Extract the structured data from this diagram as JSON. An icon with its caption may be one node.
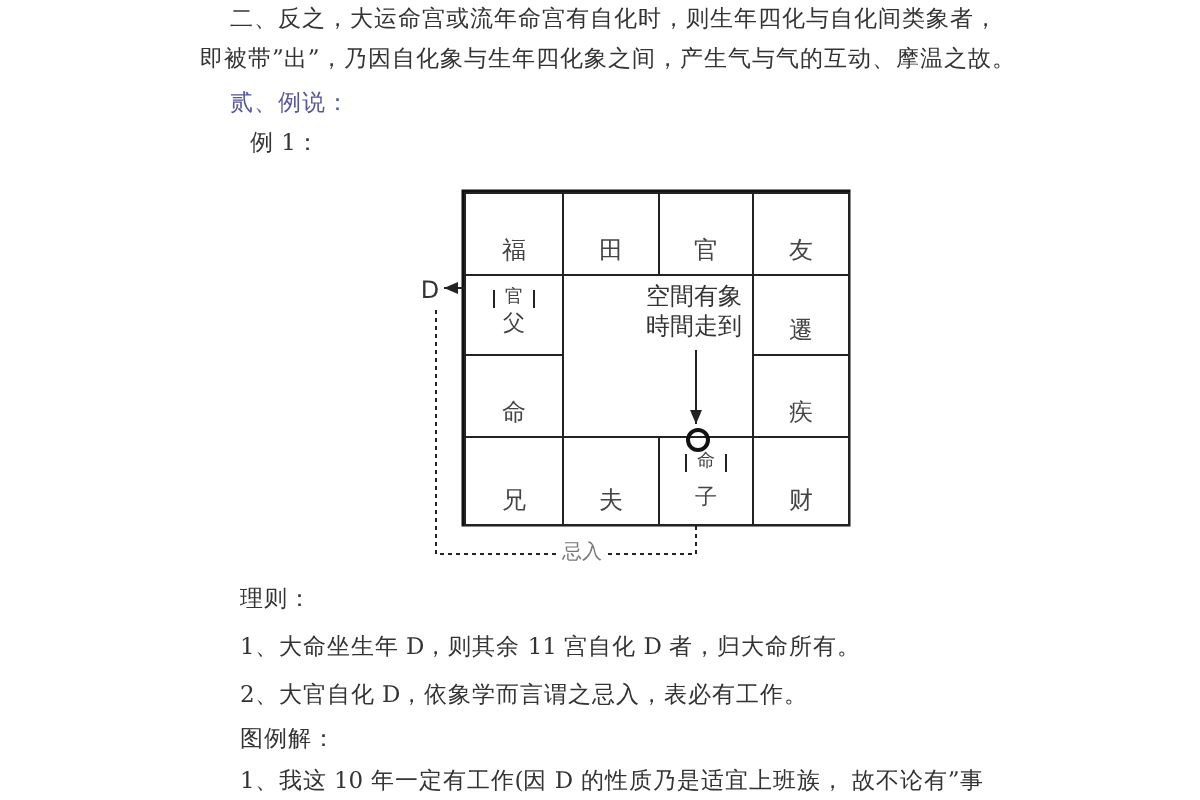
{
  "diagram": {
    "nodes": [
      {
        "text": [
          "福"
        ]
      },
      {
        "text": [
          "田"
        ]
      },
      {
        "text": [
          "官"
        ]
      },
      {
        "text": [
          "友"
        ]
      },
      {
        "text": [
          "官",
          "父"
        ]
      },
      {
        "text": [
          "遷"
        ]
      },
      {
        "text": [
          "命"
        ]
      },
      {
        "text": [
          "疾"
        ]
      },
      {
        "text": [
          "兄"
        ]
      },
      {
        "text": [
          "夫"
        ]
      },
      {
        "text": [
          "命",
          "子"
        ]
      },
      {
        "text": [
          "财"
        ]
      },
      {
        "text": [
          "空間有象時間走到"
        ]
      },
      {
        "text": [],
        "shape": "circle",
        "in": 10
      },
      {
        "text": [
          "D"
        ]
      }
    ],
    "edges": [
      {
        "from": 4,
        "to": 14,
        "arrow": "to"
      },
      {
        "from": 12,
        "to": 13,
        "arrow": "to"
      },
      {
        "from": 10,
        "to": 14,
        "arrow": "none",
        "style": "dashed",
        "label": "忌入"
      }
    ],
    "labels": [
      "二、反之，大运命宫或流年命宫有自化时，则生年四化与自化间类象者，",
      "即被带”出”，乃因自化象与生年四化象之间，产生气与气的互动、摩温之故。",
      "贰、例说：",
      "例 1：",
      "理则：",
      "1、大命坐生年 D，则其余 11 宫自化 D 者，归大命所有。",
      "2、大官自化 D，依象学而言谓之忌入，表必有工作。",
      "图例解：",
      "1、我这 10 年一定有工作(因 D 的性质乃是适宜上班族， 故不论有”事"
    ]
  }
}
